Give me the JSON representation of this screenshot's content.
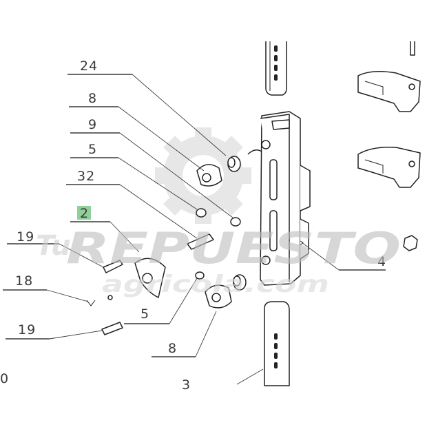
{
  "callouts": [
    {
      "id": "c24a",
      "text": "24"
    },
    {
      "id": "c8a",
      "text": "8"
    },
    {
      "id": "c9",
      "text": "9"
    },
    {
      "id": "c5a",
      "text": "5"
    },
    {
      "id": "c32",
      "text": "32"
    },
    {
      "id": "c2",
      "text": "2",
      "highlight": true
    },
    {
      "id": "c19a",
      "text": "19"
    },
    {
      "id": "c18",
      "text": "18"
    },
    {
      "id": "c5b",
      "text": "5"
    },
    {
      "id": "c19b",
      "text": "19"
    },
    {
      "id": "c8b",
      "text": "8"
    },
    {
      "id": "c4",
      "text": "4"
    },
    {
      "id": "c3",
      "text": "3"
    },
    {
      "id": "c0",
      "text": "0"
    }
  ],
  "watermark": {
    "brand_script": "Tu",
    "brand_main": "REPUESTO",
    "domain": "agricola.com",
    "colors": {
      "gray": "#c9c9c9",
      "light": "#e3e3e3"
    }
  },
  "colors": {
    "highlight": "#8fcf9a",
    "ink": "#222222"
  }
}
